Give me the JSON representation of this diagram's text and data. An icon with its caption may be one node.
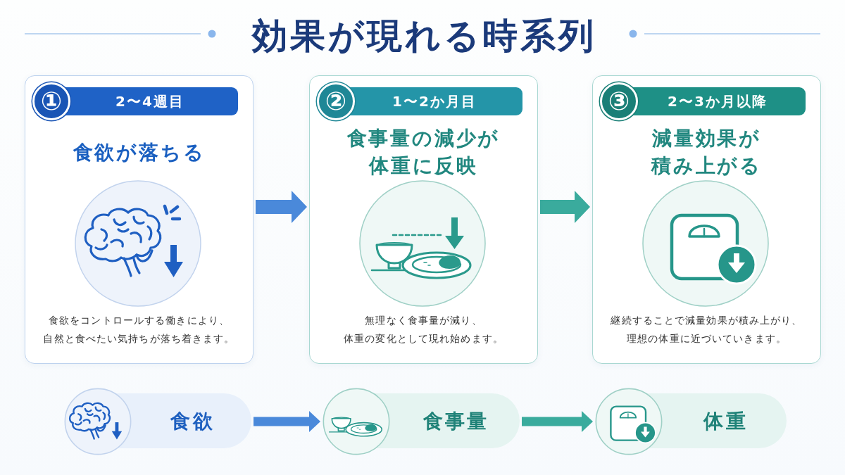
{
  "diagram": {
    "title": "効果が現れる時系列",
    "nodes": [
      {
        "text": [
          "①",
          "2〜4週目",
          "食欲が落ちる",
          "食欲をコントロールする働きにより、自然と食べたい気持ちが落ち着きます。"
        ]
      },
      {
        "text": [
          "②",
          "1〜2か月目",
          "食事量の減少が体重に反映",
          "無理なく食事量が減り、体重の変化として現れ始めます。"
        ]
      },
      {
        "text": [
          "③",
          "2〜3か月以降",
          "減量効果が積み上がる",
          "継続することで減量効果が積み上がり、理想の体重に近づいていきます。"
        ]
      },
      {
        "text": [
          "食欲"
        ]
      },
      {
        "text": [
          "食事量"
        ]
      },
      {
        "text": [
          "体重"
        ]
      }
    ],
    "edges": [
      {
        "from": 0,
        "to": 1,
        "arrow": "to",
        "color": "#4a89da"
      },
      {
        "from": 1,
        "to": 2,
        "arrow": "to",
        "color": "#3aab9d"
      },
      {
        "from": 3,
        "to": 4,
        "arrow": "to",
        "color": "#4a89da"
      },
      {
        "from": 4,
        "to": 5,
        "arrow": "to",
        "color": "#3aab9d"
      }
    ]
  }
}
